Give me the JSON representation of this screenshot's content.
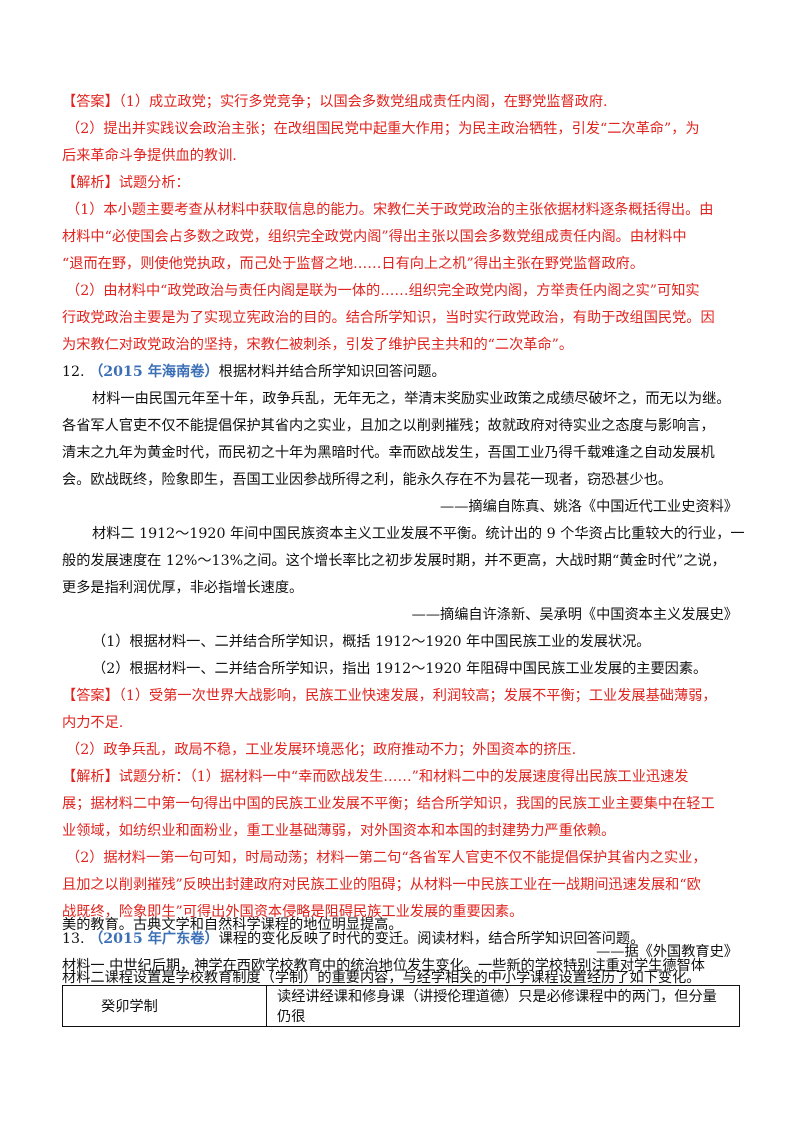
{
  "lines": [
    "【答案】（1）成立政党；实行多党竞争；以国会多数党组成责任内阁，在野党监督政府.",
    "（2）提出并实践议会政治主张；在改组国民党中起重大作用；为民主政治牺牲，引发“二次革命”，为",
    "后来革命斗争提供血的教训.",
    "【解析】试题分析：",
    "（1）本小题主要考查从材料中获取信息的能力。宋教仁关于政党政治的主张依据材料逐条概括得出。由",
    "材料中“必使国会占多数之政党，组织完全政党内阁”得出主张以国会多数党组成责任内阁。由材料中",
    "“退而在野，则使他党执政，而己处于监督之地……日有向上之机”得出主张在野党监督政府。",
    "（2）由材料中“政党政治与责任内阁是联为一体的……组织完全政党内阁，方举责任内阁之实”可知实",
    "行政党政治主要是为了实现立宪政治的目的。结合所学知识，当时实行政党政治，有助于改组国民党。因",
    "为宋教仁对政党政治的坚持，宋教仁被刺杀，引发了维护民主共和的“二次革命”。",
    "根据材料并结合所学知识回答问题。",
    "材料一由民国元年至十年，政争兵乱，无年无之，举清末奖励实业政策之成绩尽破坏之，而无以为继。",
    "各省军人官吏不仅不能提倡保护其省内之实业，且加之以削剥摧残；故就政府对待实业之态度与影响言，",
    "清末之九年为黄金时代，而民初之十年为黑暗时代。幸而欧战发生，吾国工业乃得千载难逢之自动发展机",
    "会。欧战既终，险象即生，吾国工业因参战所得之利，能永久存在不为昙花一现者，窃恐甚少也。",
    "——摘编自陈真、姚洛《中国近代工业史资料》",
    "材料二 1912～1920 年间中国民族资本主义工业发展不平衡。统计出的 9 个华资占比重较大的行业，一",
    "般的发展速度在 12%～13%之间。这个增长率比之初步发展时期，并不更高，大战时期“黄金时代”之说，",
    "更多是指利润优厚，非必指增长速度。",
    "——摘编自许涤新、吴承明《中国资本主义发展史》",
    "（1）根据材料一、二并结合所学知识，概括 1912～1920 年中国民族工业的发展状况。",
    "（2）根据材料一、二并结合所学知识，指出 1912～1920 年阻碍中国民族工业发展的主要因素。",
    "【答案】（1）受第一次世界大战影响，民族工业快速发展，利润较高；发展不平衡；工业发展基础薄弱，",
    "内力不足.",
    "（2）政争兵乱，政局不稳，工业发展环境恶化；政府推动不力；外国资本的挤压.",
    "【解析】试题分析：（1）据材料一中“幸而欧战发生……”和材料二中的发展速度得出民族工业迅速发",
    "展；据材料二中第一句得出中国的民族工业发展不平衡；结合所学知识，我国的民族工业主要集中在轻工",
    "业领域，如纺织业和面粉业，重工业基础薄弱，对外国资本和本国的封建势力严重依赖。",
    "（2）据材料一第一句可知，时局动荡；材料一第二句“各省军人官吏不仅不能提倡保护其省内之实业，",
    "且加之以削剥摧残”反映出封建政府对民族工业的阻碍；从材料一中民族工业在一战期间迅速发展和“欧",
    "战既终，险象即生”可得出外国资本侵略是阻碍民族工业发展的重要因素。",
    "课程的变化反映了时代的变迁。阅读材料，结合所学知识回答问题。",
    "材料一 中世纪后期，神学在西欧学校教育中的统治地位发生变化。一些新的学校特别注重对学生德智体",
    "美的教育。古典文学和自然科学课程的地位明显提高。",
    "——据《外国教育史》",
    "材料二课程设置是学校教育制度（学制）的重要内容，与经学相关的中小学课程设置经历了如下变化。"
  ],
  "q12": {
    "number": "12.",
    "source": "（2015 年海南卷）"
  },
  "q13": {
    "number": "13.",
    "source": "（2015 年广东卷）"
  },
  "table": {
    "rows": [
      [
        "癸卯学制",
        "读经讲经课和修身课（讲授伦理道德）只是必修课程中的两门，但分量仍很"
      ]
    ]
  }
}
